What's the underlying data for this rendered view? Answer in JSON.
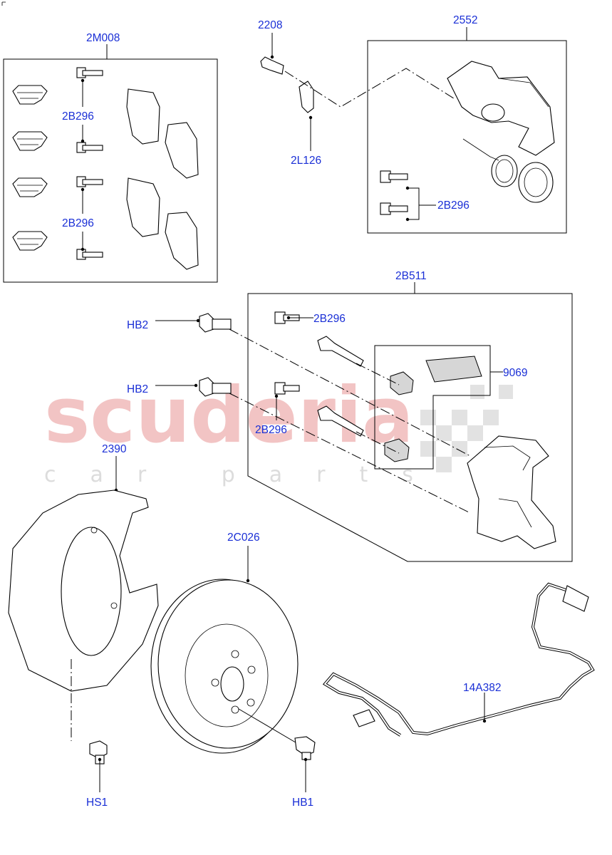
{
  "watermark": {
    "main": "scuderia",
    "sub": "car parts"
  },
  "labels": {
    "l_2M008": "2M008",
    "l_2B296_a": "2B296",
    "l_2B296_b": "2B296",
    "l_2208": "2208",
    "l_2L126": "2L126",
    "l_2552": "2552",
    "l_2B296_c": "2B296",
    "l_2B511": "2B511",
    "l_HB2_a": "HB2",
    "l_HB2_b": "HB2",
    "l_2B296_d": "2B296",
    "l_2B296_e": "2B296",
    "l_9069": "9069",
    "l_2390": "2390",
    "l_2C026": "2C026",
    "l_14A382": "14A382",
    "l_HS1": "HS1",
    "l_HB1": "HB1"
  }
}
